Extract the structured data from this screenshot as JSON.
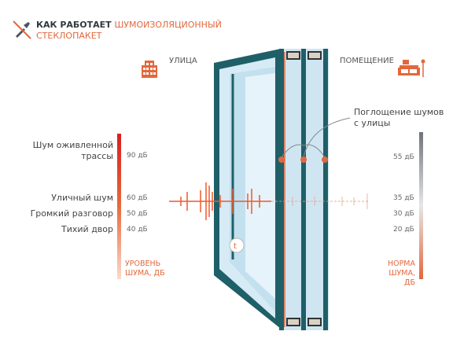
{
  "title": {
    "part1": "КАК РАБОТАЕТ",
    "part2": "ШУМОИЗОЛЯЦИОННЫЙ",
    "part3": "СТЕКЛОПАКЕТ"
  },
  "outside": {
    "label": "УЛИЦА",
    "icon": "building-icon"
  },
  "inside": {
    "label": "ПОМЕЩЕНИЕ",
    "icon": "sofa-icon"
  },
  "callout": {
    "line1": "Поглощение шумов",
    "line2": "с улицы"
  },
  "street_scale": {
    "caption1": "УРОВЕНЬ",
    "caption2": "ШУМА, ДБ",
    "items": [
      {
        "label1": "Шум оживленной",
        "label2": "трассы",
        "value": "90 дБ"
      },
      {
        "label": "Уличный шум",
        "value": "60 дБ"
      },
      {
        "label": "Громкий разговор",
        "value": "50 дБ"
      },
      {
        "label": "Тихий двор",
        "value": "40 дБ"
      }
    ]
  },
  "room_scale": {
    "caption1": "НОРМА",
    "caption2": "ШУМА, ДБ",
    "values": [
      "55 дБ",
      "35 дБ",
      "30 дБ",
      "20 дБ"
    ]
  },
  "colors": {
    "accent": "#e2683c",
    "frame": "#1f5f68",
    "glass": "#cfe6f2"
  }
}
